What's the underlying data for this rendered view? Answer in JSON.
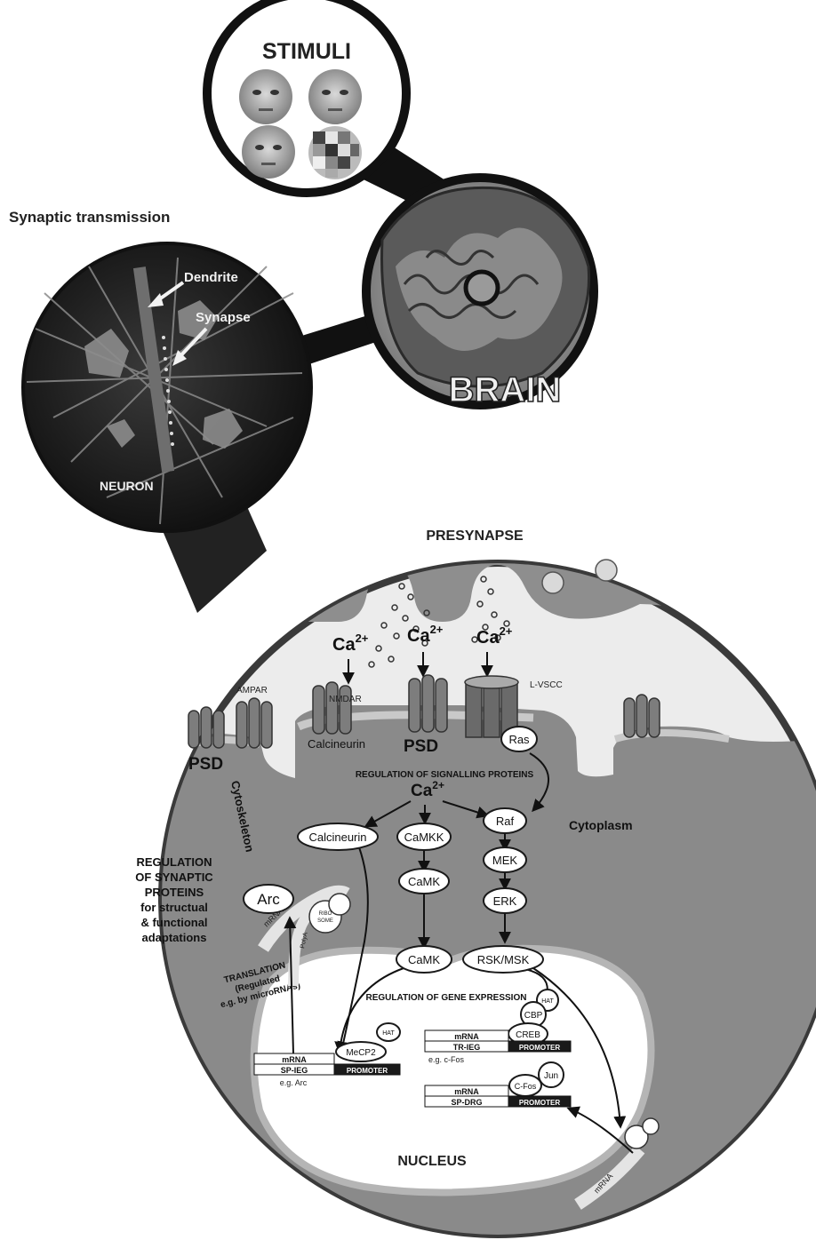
{
  "labels": {
    "stimuli": "STIMULI",
    "brain": "BRAIN",
    "synaptic_transmission": "Synaptic transmission",
    "dendrite": "Dendrite",
    "synapse": "Synapse",
    "neuron": "NEURON",
    "presynapse": "PRESYNAPSE",
    "ca_ion": "Ca",
    "ca_charge": "2+",
    "ampar": "AMPAR",
    "nmdar": "NMDAR",
    "lvscc": "L-VSCC",
    "calcineurin_membrane": "Calcineurin",
    "psd": "PSD",
    "cytoskeleton": "Cytoskeleton",
    "regulation_signalling": "REGULATION OF SIGNALLING PROTEINS",
    "cytoplasm": "Cytoplasm",
    "regulation_synaptic": [
      "REGULATION",
      "OF SYNAPTIC",
      "PROTEINS",
      "for structual",
      "& functional",
      "adaptations"
    ],
    "translation": [
      "TRANSLATION",
      "(Regulated",
      "e.g. by microRNAs)"
    ],
    "regulation_gene": "REGULATION OF GENE EXPRESSION",
    "nucleus": "NUCLEUS",
    "ribosome": [
      "RIBO",
      "SOME"
    ],
    "mrna_strand": "mRNA",
    "mrna_small": "mRNA",
    "polya": "PolyA"
  },
  "nodes": {
    "ras": "Ras",
    "calcineurin": "Calcineurin",
    "camkk": "CaMKK",
    "raf": "Raf",
    "arc": "Arc",
    "mek": "MEK",
    "camk_1": "CaMK",
    "erk": "ERK",
    "camk_2": "CaMK",
    "rsk_msk": "RSK/MSK",
    "hat_1": "HAT",
    "cbp": "CBP",
    "creb": "CREB",
    "hat_2": "HAT",
    "mecp2": "MeCP2",
    "cfos": "C-Fos",
    "jun": "Jun"
  },
  "gene_boxes": {
    "sp_ieg": {
      "mrna": "mRNA",
      "gene": "SP-IEG",
      "promoter": "PROMOTER",
      "example": "e.g. Arc"
    },
    "tr_ieg": {
      "mrna": "mRNA",
      "gene": "TR-IEG",
      "promoter": "PROMOTER",
      "example": "e.g. c-Fos"
    },
    "sp_drg": {
      "mrna": "mRNA",
      "gene": "SP-DRG",
      "promoter": "PROMOTER"
    }
  }
}
